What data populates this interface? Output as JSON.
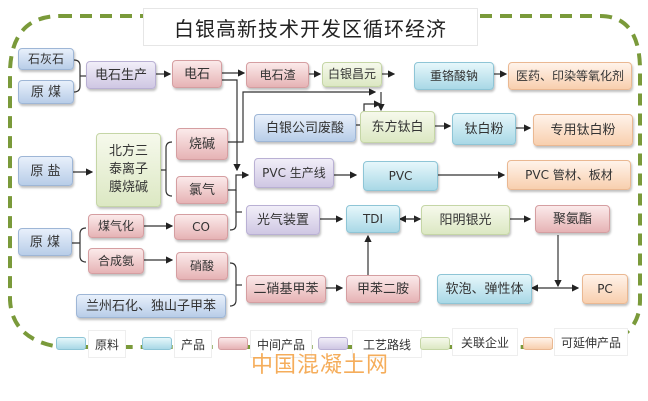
{
  "title": "白银高新技术开发区循环经济",
  "nodes": {
    "limestone": "石灰石",
    "raw_coal_1": "原 煤",
    "calcium_carbide_production": "电石生产",
    "calcium_carbide": "电石",
    "carbide_slag": "电石渣",
    "baiyin_changyuan": "白银昌元",
    "sodium_dichromate": "重铬酸钠",
    "medicine_dyeing_oxidant": "医药、印染等氧化剂",
    "baiyin_waste_acid": "白银公司废酸",
    "dongfang_titanium": "东方钛白",
    "titanium_powder": "钛白粉",
    "special_titanium_powder": "专用钛白粉",
    "raw_salt": "原 盐",
    "beifang_chlor_alkali": "北方三泰离子膜烧碱",
    "caustic_soda": "烧碱",
    "chlorine": "氯气",
    "pvc_line": "PVC 生产线",
    "pvc": "PVC",
    "pvc_pipes": "PVC 管材、板材",
    "raw_coal_2": "原 煤",
    "coal_gasification": "煤气化",
    "co": "CO",
    "phosgene_unit": "光气装置",
    "tdi": "TDI",
    "yangming_yinguang": "阳明银光",
    "polyurethane": "聚氨酯",
    "synthetic_ammonia": "合成氨",
    "nitric_acid": "硝酸",
    "dinitrotoluene": "二硝基甲苯",
    "toluenediamine": "甲苯二胺",
    "soft_foam_elastomer": "软泡、弹性体",
    "pc": "PC",
    "lanzhou_dushanzi": "兰州石化、独山子甲苯"
  },
  "legend": [
    {
      "label": "原料",
      "color": "#b8cde8"
    },
    {
      "label": "产品",
      "color": "#a9d8e6"
    },
    {
      "label": "中间产品",
      "color": "#e6b3b5"
    },
    {
      "label": "工艺路线",
      "color": "#cfc7e3"
    },
    {
      "label": "关联企业",
      "color": "#dce8c3"
    },
    {
      "label": "可延伸产品",
      "color": "#f8cfae"
    }
  ],
  "watermark": "中国混凝土网"
}
